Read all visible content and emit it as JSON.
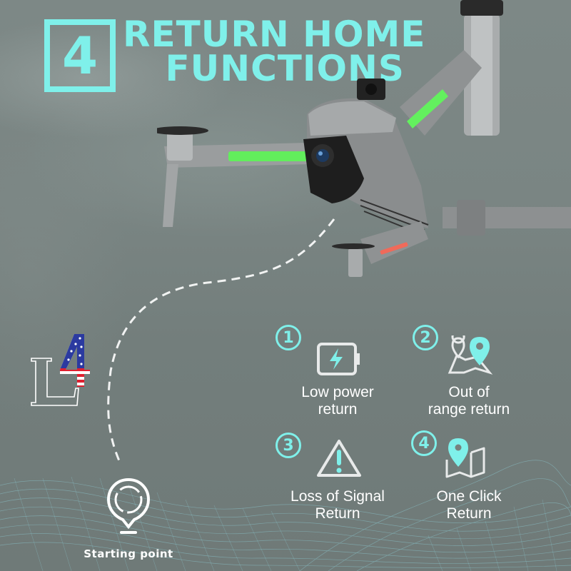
{
  "header": {
    "number": "4",
    "title_line1": "RETURN HOME",
    "title_line2": "FUNCTIONS"
  },
  "brand": {
    "logo_letter": "L",
    "logo_number": "4"
  },
  "features": [
    {
      "badge": "1",
      "icon": "battery-charging-icon",
      "line1": "Low power",
      "line2": "return"
    },
    {
      "badge": "2",
      "icon": "map-pins-icon",
      "line1": "Out of",
      "line2": "range return"
    },
    {
      "badge": "3",
      "icon": "warning-triangle-icon",
      "line1": "Loss of Signal",
      "line2": "Return"
    },
    {
      "badge": "4",
      "icon": "map-location-icon",
      "line1": "One Click",
      "line2": "Return"
    }
  ],
  "start": {
    "icon": "location-pin-icon",
    "label": "Starting point"
  },
  "colors": {
    "accent": "#7ff0ea",
    "background": "#77827f",
    "text": "#ffffff",
    "led_green": "#5cf05a",
    "led_red": "#f05a4a"
  }
}
